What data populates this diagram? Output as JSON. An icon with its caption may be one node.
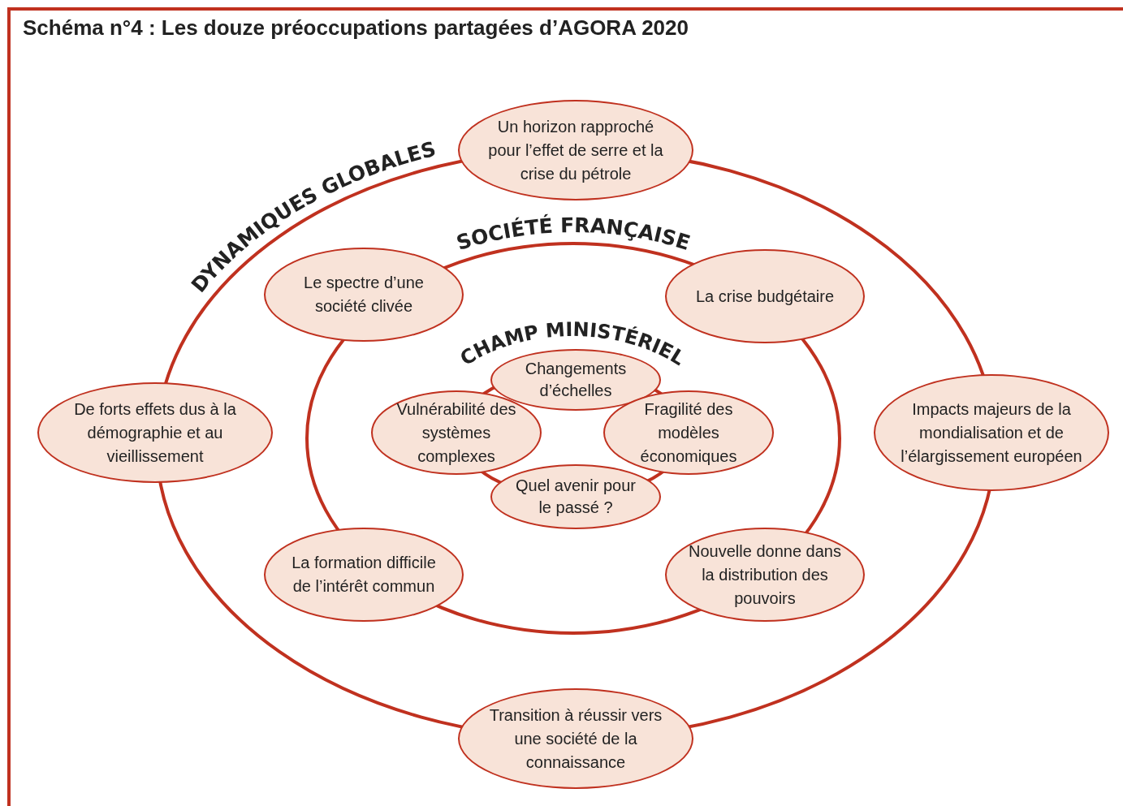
{
  "diagram": {
    "title": "Schéma n°4 : Les douze préoccupations partagées d’AGORA 2020",
    "nodes": [
      {
        "text": [
          "DYNAMIQUES GLOBALES"
        ]
      },
      {
        "text": [
          "SOCIÉTÉ FRANÇAISE"
        ],
        "in": 0
      },
      {
        "text": [
          "CHAMP MINISTÉRIEL"
        ],
        "in": 1
      },
      {
        "text": [
          "Un horizon rapproché pour l’effet de serre et la crise du pétrole"
        ]
      },
      {
        "text": [
          "Le spectre d’une société clivée"
        ],
        "in": 0
      },
      {
        "text": [
          "La crise budgétaire"
        ],
        "in": 0
      },
      {
        "text": [
          "Changements d’échelles"
        ],
        "in": 1
      },
      {
        "text": [
          "Impacts majeurs de la mondialisation et de l’élargissement européen"
        ]
      },
      {
        "text": [
          "Vulnérabilité des systèmes complexes"
        ],
        "in": 1
      },
      {
        "text": [
          "Fragilité des modèles économiques"
        ],
        "in": 1
      },
      {
        "text": [
          "De forts effets dus à la démographie et au vieillissement"
        ]
      },
      {
        "text": [
          "Quel avenir pour le passé ?"
        ],
        "in": 1
      },
      {
        "text": [
          "La formation difficile de l’intérêt commun"
        ],
        "in": 0
      },
      {
        "text": [
          "Nouvelle donne dans la distribution des pouvoirs"
        ],
        "in": 0
      },
      {
        "text": [
          "Transition à réussir vers une société de la connaissance"
        ]
      }
    ]
  }
}
